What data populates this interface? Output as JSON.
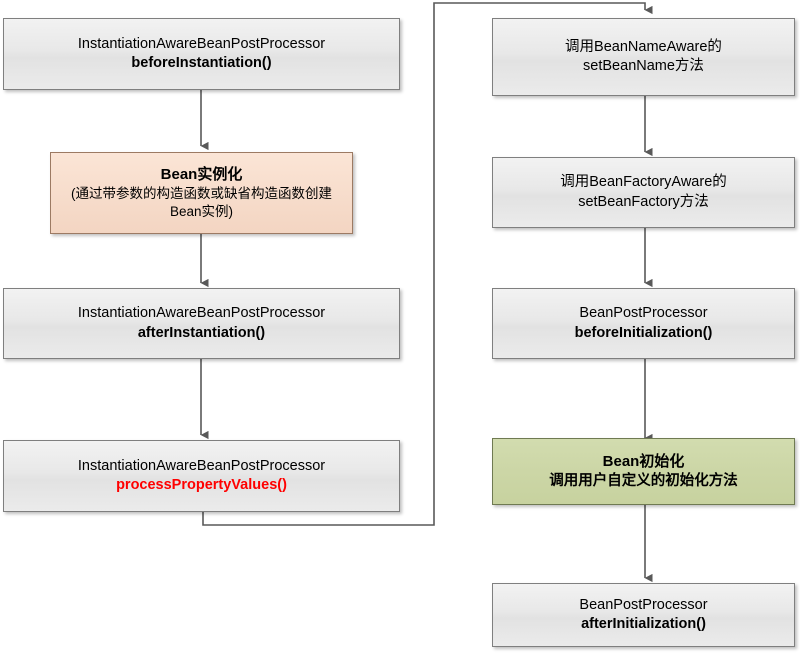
{
  "diagram": {
    "title": "Spring Bean Lifecycle Flowchart",
    "colors": {
      "box_gray": "#e8e8e8",
      "box_orange": "#f7ddcc",
      "box_green": "#ccd6a6",
      "border": "#7f7f7f",
      "connector": "#595959",
      "highlight_text": "#ff0000"
    },
    "left_column": [
      {
        "id": "before-instantiation",
        "line1": "InstantiationAwareBeanPostProcessor",
        "line2": "beforeInstantiation()",
        "style": "gray"
      },
      {
        "id": "bean-instantiation",
        "line1": "Bean实例化",
        "line2": "(通过带参数的构造函数或缺省构造函数创建Bean实例)",
        "style": "orange"
      },
      {
        "id": "after-instantiation",
        "line1": "InstantiationAwareBeanPostProcessor",
        "line2": "afterInstantiation()",
        "style": "gray"
      },
      {
        "id": "process-property-values",
        "line1": "InstantiationAwareBeanPostProcessor",
        "line2": "processPropertyValues()",
        "style": "gray",
        "line2_highlight": true
      }
    ],
    "right_column": [
      {
        "id": "bean-name-aware",
        "line1": "调用BeanNameAware的",
        "line2": "setBeanName方法",
        "style": "gray"
      },
      {
        "id": "bean-factory-aware",
        "line1": "调用BeanFactoryAware的",
        "line2": "setBeanFactory方法",
        "style": "gray"
      },
      {
        "id": "before-initialization",
        "line1": "BeanPostProcessor",
        "line2": "beforeInitialization()",
        "style": "gray"
      },
      {
        "id": "bean-initialization",
        "line1": "Bean初始化",
        "line2": "调用用户自定义的初始化方法",
        "style": "green"
      },
      {
        "id": "after-initialization",
        "line1": "BeanPostProcessor",
        "line2": "afterInitialization()",
        "style": "gray"
      }
    ]
  }
}
